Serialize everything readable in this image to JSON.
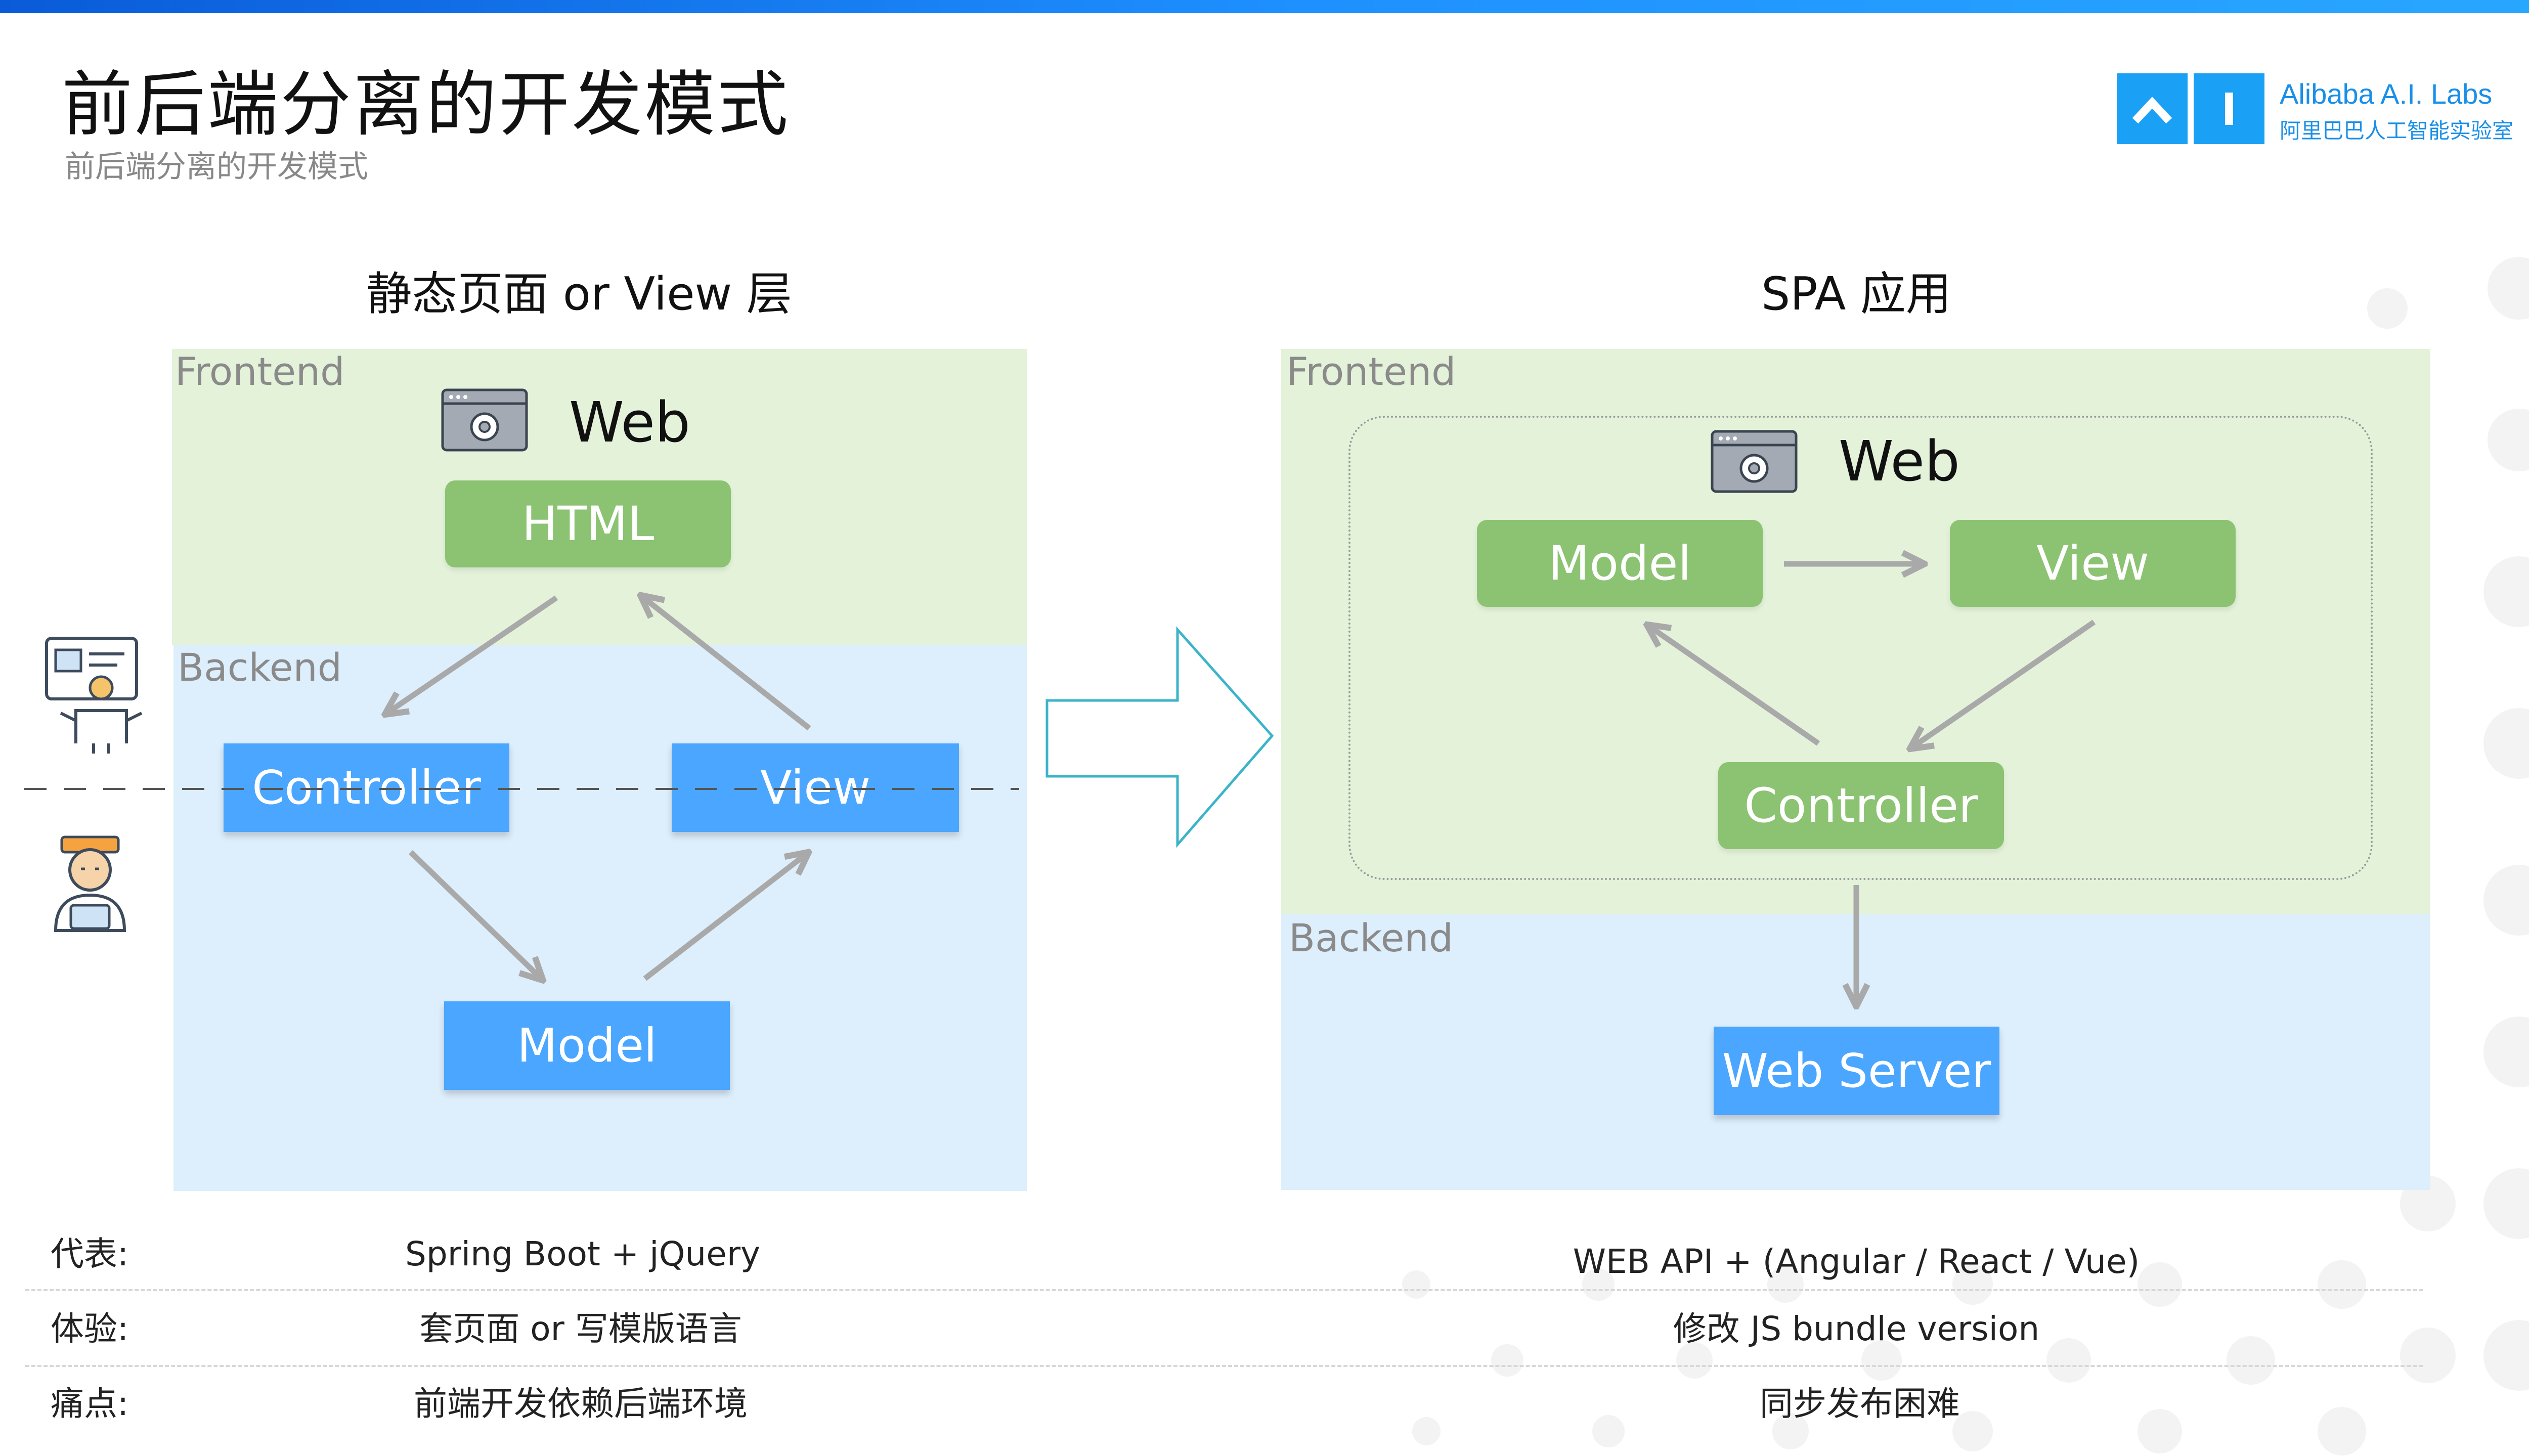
{
  "header": {
    "title": "前后端分离的开发模式",
    "subtitle": "前后端分离的开发模式"
  },
  "logo": {
    "name_en": "Alibaba A.I. Labs",
    "name_cn": "阿里巴巴人工智能实验室",
    "icons": [
      "chevron-up-icon",
      "bar-icon"
    ],
    "color": "#1aa0f5"
  },
  "left_diagram": {
    "caption": "静态页面 or View 层",
    "frontend_label": "Frontend",
    "backend_label": "Backend",
    "web_label": "Web",
    "html_label": "HTML",
    "controller_label": "Controller",
    "view_label": "View",
    "model_label": "Model"
  },
  "right_diagram": {
    "caption": "SPA 应用",
    "frontend_label": "Frontend",
    "backend_label": "Backend",
    "web_label": "Web",
    "model_label": "Model",
    "view_label": "View",
    "controller_label": "Controller",
    "server_label": "Web Server"
  },
  "comparison": [
    {
      "label": "代表:",
      "left": "Spring Boot + jQuery",
      "right": "WEB API + (Angular / React / Vue)"
    },
    {
      "label": "体验:",
      "left": "套页面 or 写模版语言",
      "right": "修改 JS bundle version"
    },
    {
      "label": "痛点:",
      "left": "前端开发依赖后端环境",
      "right": "同步发布困难"
    }
  ],
  "colors": {
    "accent": "#1e90ff",
    "frontend_bg": "#e3f2d9",
    "backend_bg": "#ddeefc",
    "green_box": "#8bc372",
    "blue_box": "#4aa6ff",
    "arrow": "#a9a9a9",
    "big_arrow": "#3bb4c9"
  }
}
